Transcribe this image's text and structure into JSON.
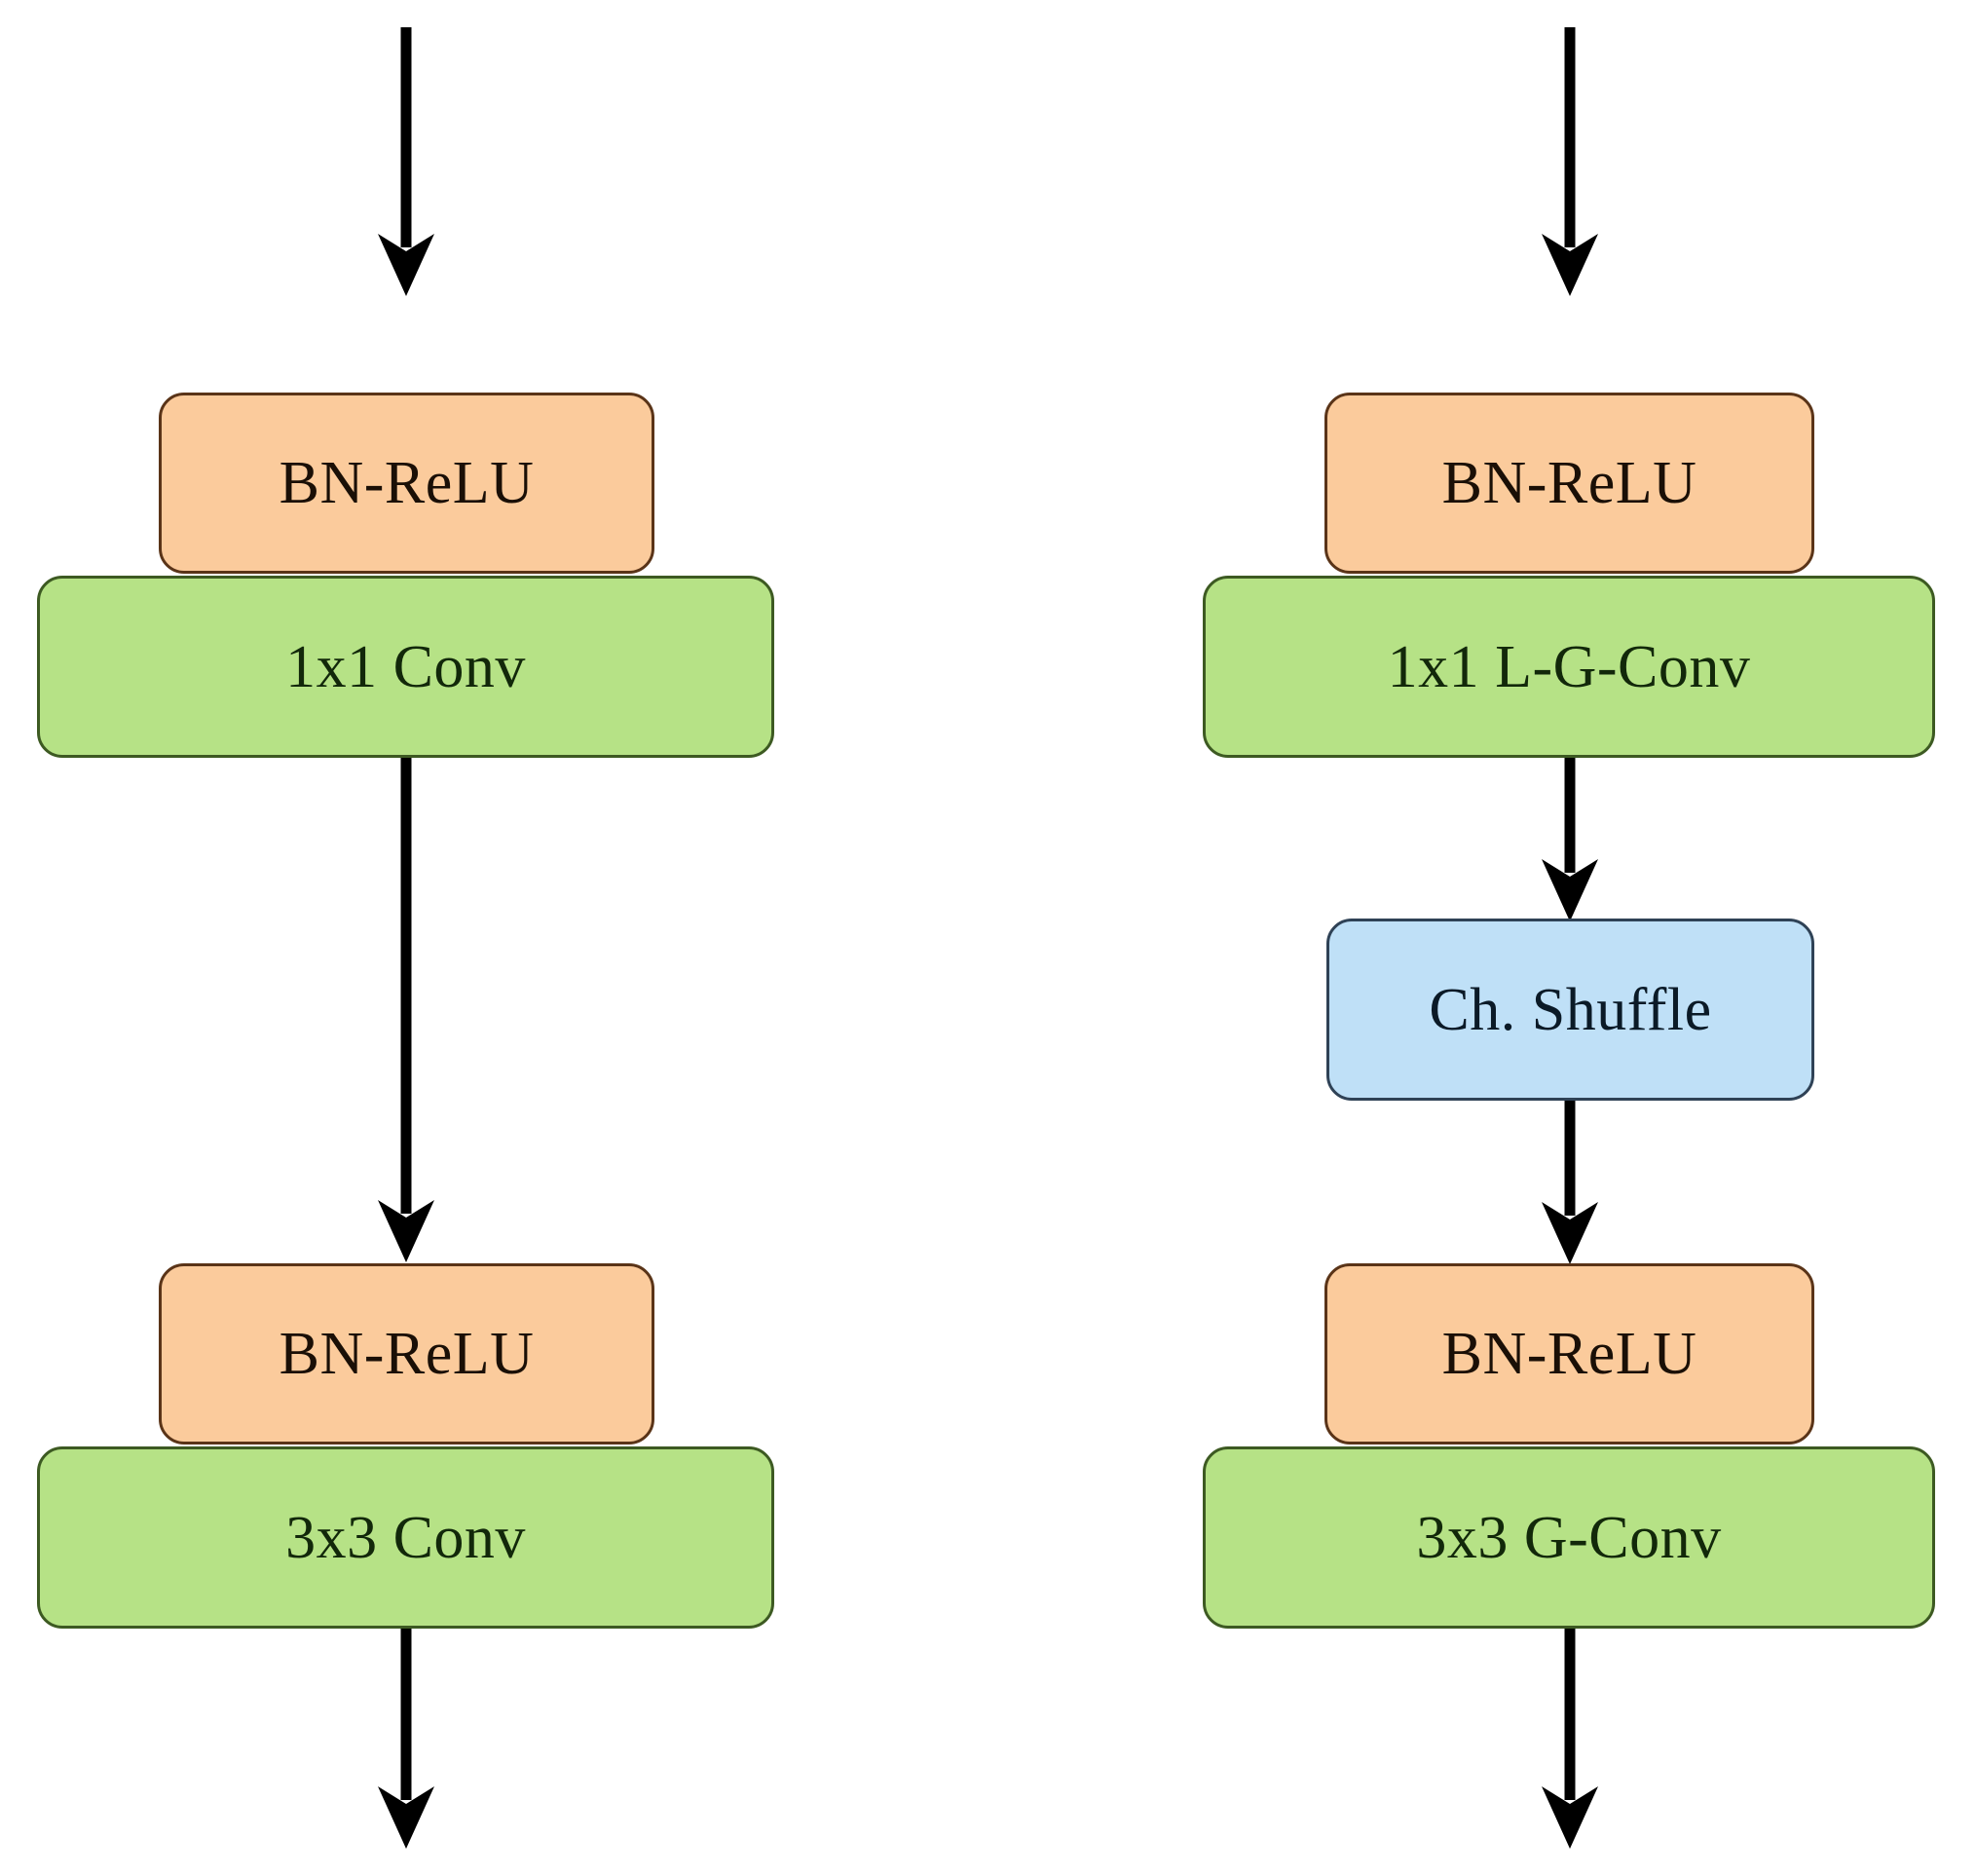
{
  "figure": {
    "kind": "neural-network-block-diagram",
    "background_color": "#ffffff",
    "colors": {
      "bn_relu_fill": "#fbcb9c",
      "bn_relu_stroke": "#5a3418",
      "conv_fill": "#b6e286",
      "conv_stroke": "#3d5a22",
      "shuffle_fill": "#bfe0f7",
      "shuffle_stroke": "#2f4256",
      "arrow_color": "#000000"
    }
  },
  "left_block": {
    "name": "standard-bottleneck-block",
    "nodes": [
      {
        "id": "l-bnrelu-1",
        "label": "BN-ReLU",
        "type": "bn-relu"
      },
      {
        "id": "l-conv-1",
        "label": "1x1 Conv",
        "type": "conv"
      },
      {
        "id": "l-bnrelu-2",
        "label": "BN-ReLU",
        "type": "bn-relu"
      },
      {
        "id": "l-conv-2",
        "label": "3x3 Conv",
        "type": "conv"
      }
    ],
    "arrows": [
      {
        "id": "l-arrow-in",
        "from": "input",
        "to": "l-bnrelu-1"
      },
      {
        "id": "l-arrow-mid",
        "from": "l-conv-1",
        "to": "l-bnrelu-2"
      },
      {
        "id": "l-arrow-out",
        "from": "l-conv-2",
        "to": "output"
      }
    ]
  },
  "right_block": {
    "name": "grouped-shuffle-bottleneck-block",
    "nodes": [
      {
        "id": "r-bnrelu-1",
        "label": "BN-ReLU",
        "type": "bn-relu"
      },
      {
        "id": "r-conv-1",
        "label": "1x1 L-G-Conv",
        "type": "conv"
      },
      {
        "id": "r-shuffle",
        "label": "Ch. Shuffle",
        "type": "shuffle"
      },
      {
        "id": "r-bnrelu-2",
        "label": "BN-ReLU",
        "type": "bn-relu"
      },
      {
        "id": "r-conv-2",
        "label": "3x3 G-Conv",
        "type": "conv"
      }
    ],
    "arrows": [
      {
        "id": "r-arrow-in",
        "from": "input",
        "to": "r-bnrelu-1"
      },
      {
        "id": "r-arrow-mid1",
        "from": "r-conv-1",
        "to": "r-shuffle"
      },
      {
        "id": "r-arrow-mid2",
        "from": "r-shuffle",
        "to": "r-bnrelu-2"
      },
      {
        "id": "r-arrow-out",
        "from": "r-conv-2",
        "to": "output"
      }
    ]
  }
}
